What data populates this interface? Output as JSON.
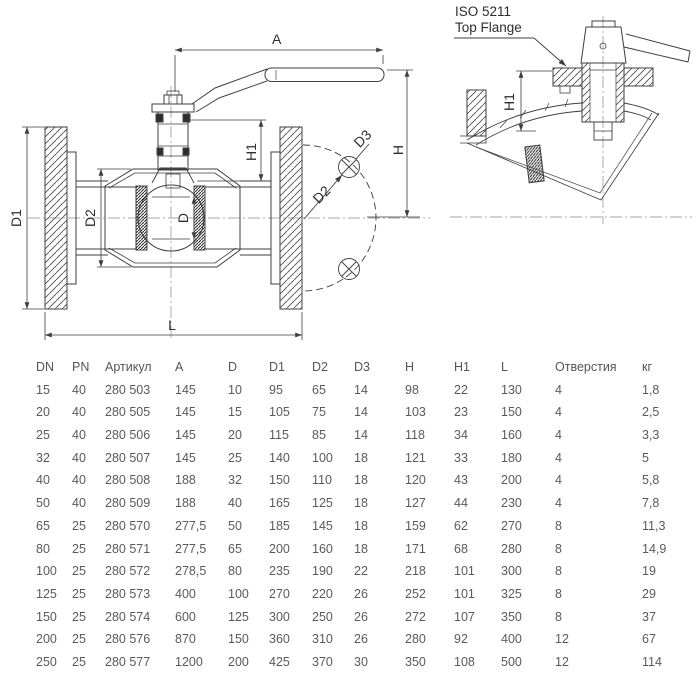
{
  "drawing": {
    "labels": {
      "A": "A",
      "H": "H",
      "H1": "H1",
      "D": "D",
      "D1": "D1",
      "D2_body": "D2",
      "D2_bolt_circle": "D2",
      "D3": "D3",
      "L": "L"
    },
    "detail": {
      "title_line1": "ISO 5211",
      "title_line2": "Top Flange",
      "H1": "H1"
    }
  },
  "table": {
    "headers": [
      "DN",
      "PN",
      "Артикул",
      "A",
      "D",
      "D1",
      "D2",
      "D3",
      "H",
      "H1",
      "L",
      "Отверстия",
      "кг"
    ],
    "rows": [
      [
        "15",
        "40",
        "280 503",
        "145",
        "10",
        "95",
        "65",
        "14",
        "98",
        "22",
        "130",
        "4",
        "1,8"
      ],
      [
        "20",
        "40",
        "280 505",
        "145",
        "15",
        "105",
        "75",
        "14",
        "103",
        "23",
        "150",
        "4",
        "2,5"
      ],
      [
        "25",
        "40",
        "280 506",
        "145",
        "20",
        "115",
        "85",
        "14",
        "118",
        "34",
        "160",
        "4",
        "3,3"
      ],
      [
        "32",
        "40",
        "280 507",
        "145",
        "25",
        "140",
        "100",
        "18",
        "121",
        "33",
        "180",
        "4",
        "5"
      ],
      [
        "40",
        "40",
        "280 508",
        "188",
        "32",
        "150",
        "110",
        "18",
        "120",
        "43",
        "200",
        "4",
        "5,8"
      ],
      [
        "50",
        "40",
        "280 509",
        "188",
        "40",
        "165",
        "125",
        "18",
        "127",
        "44",
        "230",
        "4",
        "7,8"
      ],
      [
        "65",
        "25",
        "280 570",
        "277,5",
        "50",
        "185",
        "145",
        "18",
        "159",
        "62",
        "270",
        "8",
        "11,3"
      ],
      [
        "80",
        "25",
        "280 571",
        "277,5",
        "65",
        "200",
        "160",
        "18",
        "171",
        "68",
        "280",
        "8",
        "14,9"
      ],
      [
        "100",
        "25",
        "280 572",
        "278,5",
        "80",
        "235",
        "190",
        "22",
        "218",
        "101",
        "300",
        "8",
        "19"
      ],
      [
        "125",
        "25",
        "280 573",
        "400",
        "100",
        "270",
        "220",
        "26",
        "252",
        "101",
        "325",
        "8",
        "29"
      ],
      [
        "150",
        "25",
        "280 574",
        "600",
        "125",
        "300",
        "250",
        "26",
        "272",
        "107",
        "350",
        "8",
        "37"
      ],
      [
        "200",
        "25",
        "280 576",
        "870",
        "150",
        "360",
        "310",
        "26",
        "280",
        "92",
        "400",
        "12",
        "67"
      ],
      [
        "250",
        "25",
        "280 577",
        "1200",
        "200",
        "425",
        "370",
        "30",
        "350",
        "108",
        "500",
        "12",
        "114"
      ]
    ]
  }
}
